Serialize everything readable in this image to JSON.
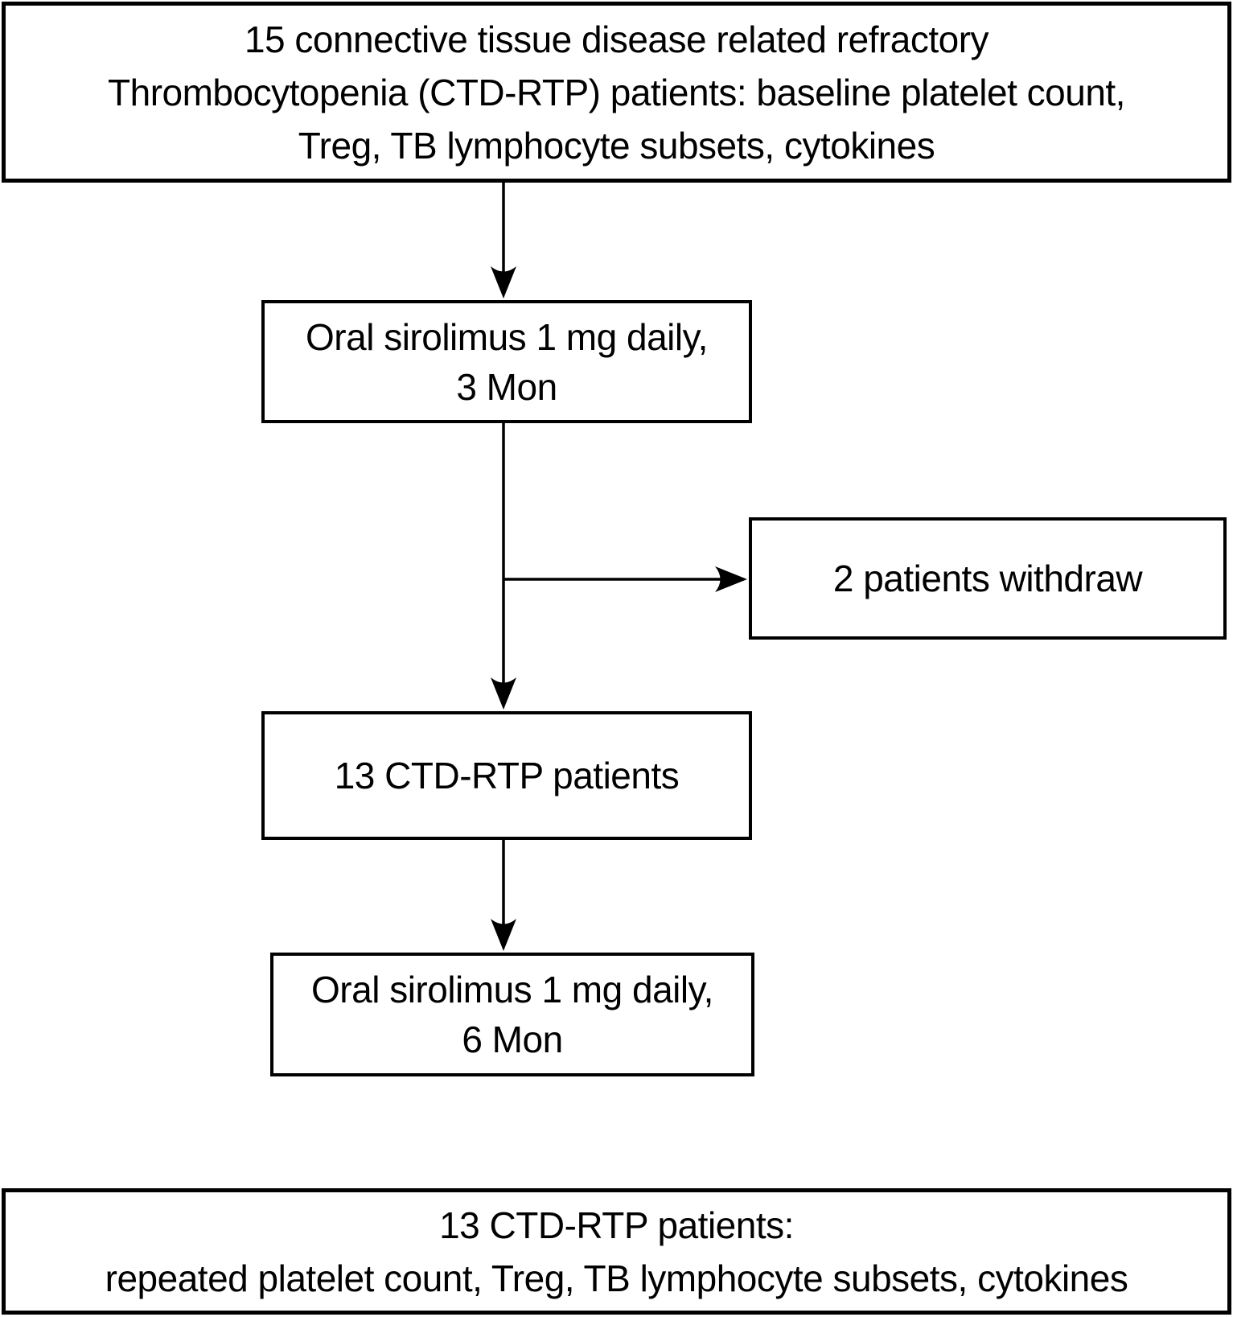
{
  "figure": {
    "type": "flowchart",
    "background": "#ffffff",
    "nodes": {
      "enrollment": {
        "id": "enrollment",
        "text": "15 connective tissue disease related refractory\nThrombocytopenia (CTD-RTP) patients: baseline platelet count,\nTreg, TB lymphocyte subsets, cytokines"
      },
      "treatment_3mon": {
        "id": "treatment_3mon",
        "text": "Oral sirolimus 1 mg daily,\n3 Mon"
      },
      "withdraw": {
        "id": "withdraw",
        "text": "2 patients withdraw"
      },
      "remaining": {
        "id": "remaining",
        "text": "13 CTD-RTP patients"
      },
      "treatment_6mon": {
        "id": "treatment_6mon",
        "text": "Oral sirolimus 1 mg daily,\n6 Mon"
      },
      "outcome": {
        "id": "outcome",
        "text": "13 CTD-RTP patients:\nrepeated platelet count, Treg, TB lymphocyte subsets, cytokines"
      }
    },
    "edges": [
      {
        "from": "enrollment",
        "to": "treatment_3mon",
        "style": "arrow-down"
      },
      {
        "from": "treatment_3mon",
        "to": "withdraw",
        "style": "arrow-right-branch"
      },
      {
        "from": "treatment_3mon",
        "to": "remaining",
        "style": "arrow-down"
      },
      {
        "from": "remaining",
        "to": "treatment_6mon",
        "style": "arrow-down"
      }
    ],
    "colors": {
      "box_border": "#000000",
      "box_fill": "#ffffff",
      "text": "#000000",
      "arrow": "#000000"
    }
  }
}
